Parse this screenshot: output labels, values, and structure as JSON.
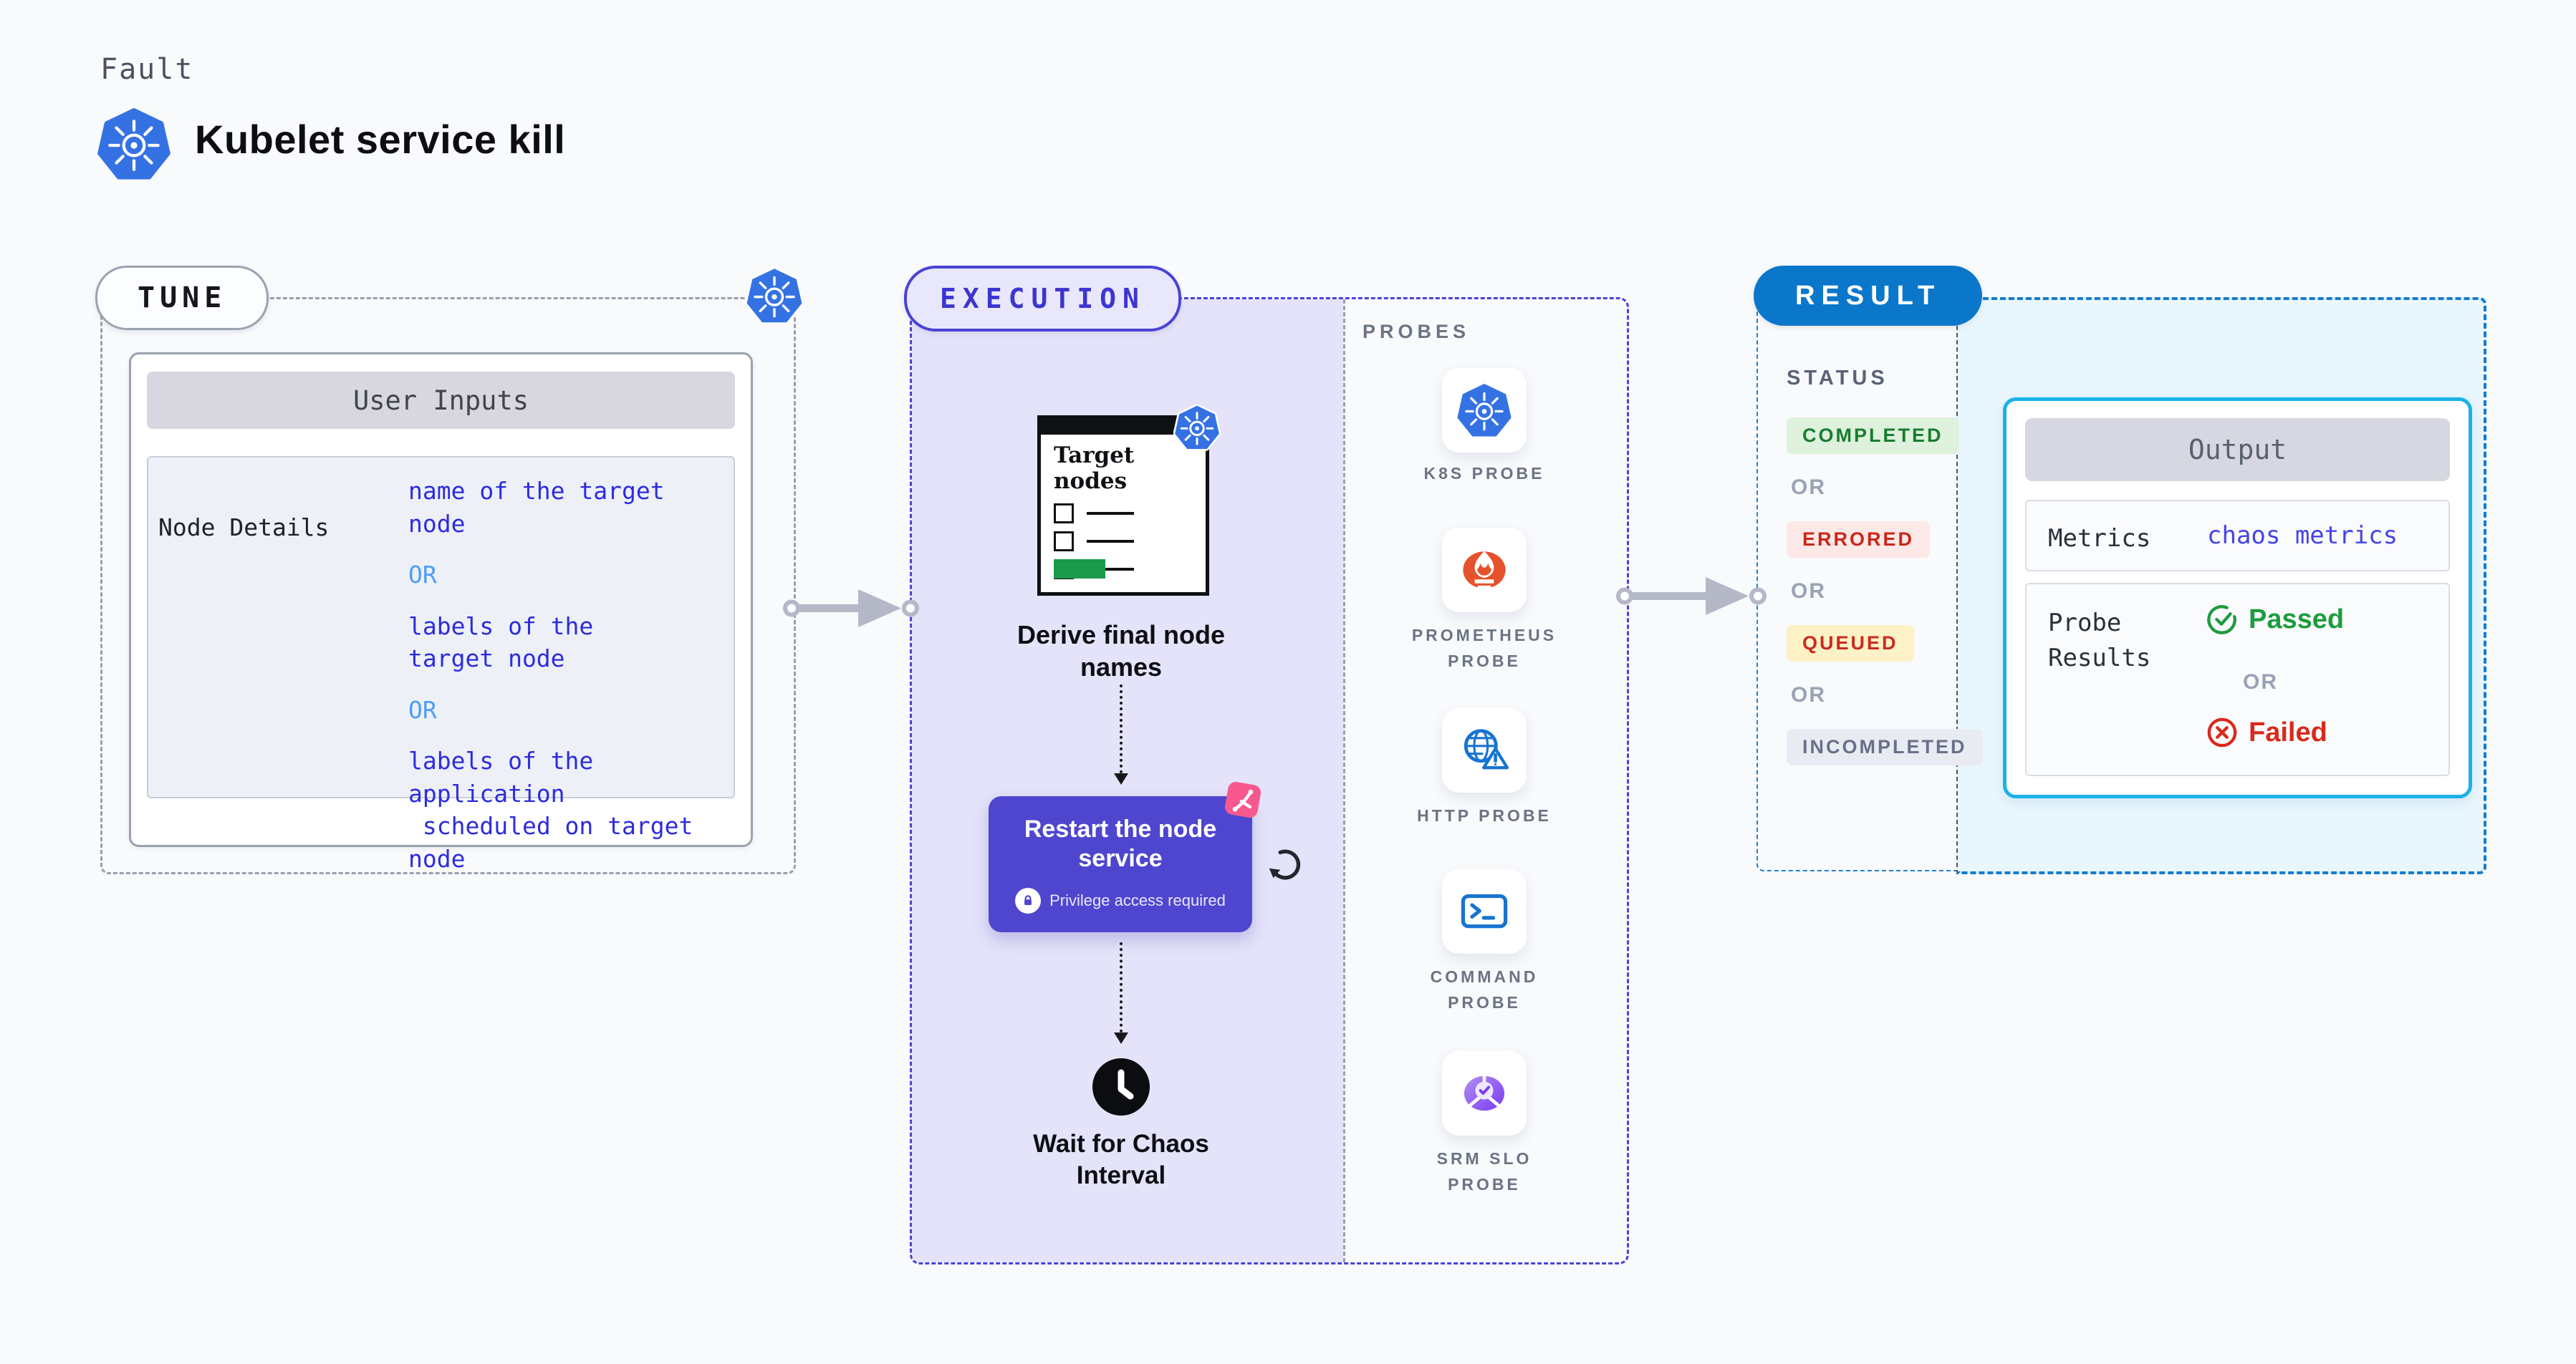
{
  "colors": {
    "page_bg": "#f8fafc",
    "kubernetes_blue": "#3472e4",
    "tune_gray": "#99a0ac",
    "execution_indigo": "#4a43d4",
    "execution_fill": "#e4e3f9",
    "restart_card": "#4f46cf",
    "result_blue": "#0b77cb",
    "output_border": "#19b2e9",
    "output_panel_fill": "#e9f6fd",
    "value_blue": "#2d2bdf",
    "or_light_blue": "#4d9df7",
    "green_completed": "#187d2f",
    "red_errored": "#c9271a",
    "arrow_gray": "#b4b8c7"
  },
  "header": {
    "kicker": "Fault",
    "title": "Kubelet service kill",
    "logo_icon": "kubernetes-icon"
  },
  "tune": {
    "badge": "TUNE",
    "corner_icon": "kubernetes-icon",
    "card": {
      "title": "User Inputs",
      "row_label": "Node Details",
      "values": [
        {
          "kind": "val",
          "text": "name of the target\nnode"
        },
        {
          "kind": "or",
          "text": "OR"
        },
        {
          "kind": "val",
          "text": "labels of the\ntarget node"
        },
        {
          "kind": "or",
          "text": "OR"
        },
        {
          "kind": "val",
          "text": "labels of the application\n scheduled on target node"
        }
      ]
    }
  },
  "execution": {
    "badge": "EXECUTION",
    "target_doc": {
      "title": "Target nodes",
      "corner_icon": "kubernetes-icon"
    },
    "step1_caption": "Derive final node names",
    "step2": {
      "title": "Restart the node service",
      "note": "Privilege access required",
      "lock_icon": "lock-icon",
      "corner_icon": "chaos-pink-icon",
      "side_icon": "retry-loop-icon"
    },
    "step3": {
      "caption": "Wait for Chaos Interval",
      "icon": "clock-icon"
    }
  },
  "probes": {
    "title": "PROBES",
    "items": [
      {
        "label": "K8S PROBE",
        "icon": "kubernetes-icon"
      },
      {
        "label": "PROMETHEUS PROBE",
        "icon": "prometheus-icon"
      },
      {
        "label": "HTTP PROBE",
        "icon": "http-globe-warning-icon"
      },
      {
        "label": "COMMAND PROBE",
        "icon": "terminal-icon"
      },
      {
        "label": "SRM SLO PROBE",
        "icon": "srm-slo-donut-icon"
      }
    ]
  },
  "result": {
    "badge": "RESULT",
    "status_title": "STATUS",
    "statuses": [
      {
        "cls": "badge completed",
        "label": "COMPLETED",
        "bg": "#ddf1dc",
        "fg": "#187d2f"
      },
      {
        "cls": "or",
        "label": "OR"
      },
      {
        "cls": "badge errored",
        "label": "ERRORED",
        "bg": "#fce8e6",
        "fg": "#c9271a"
      },
      {
        "cls": "or",
        "label": "OR"
      },
      {
        "cls": "badge queued",
        "label": "QUEUED",
        "bg": "#fdf1c6",
        "fg": "#cb2a20"
      },
      {
        "cls": "or",
        "label": "OR"
      },
      {
        "cls": "badge incompleted",
        "label": "INCOMPLETED",
        "bg": "#e9ebf2",
        "fg": "#68718a"
      }
    ],
    "output": {
      "title": "Output",
      "metrics_label": "Metrics",
      "metrics_value": "chaos metrics",
      "probe_results_label": "Probe Results",
      "passed": "Passed",
      "or": "OR",
      "failed": "Failed",
      "passed_icon": "check-circle-icon",
      "failed_icon": "x-circle-icon"
    }
  }
}
